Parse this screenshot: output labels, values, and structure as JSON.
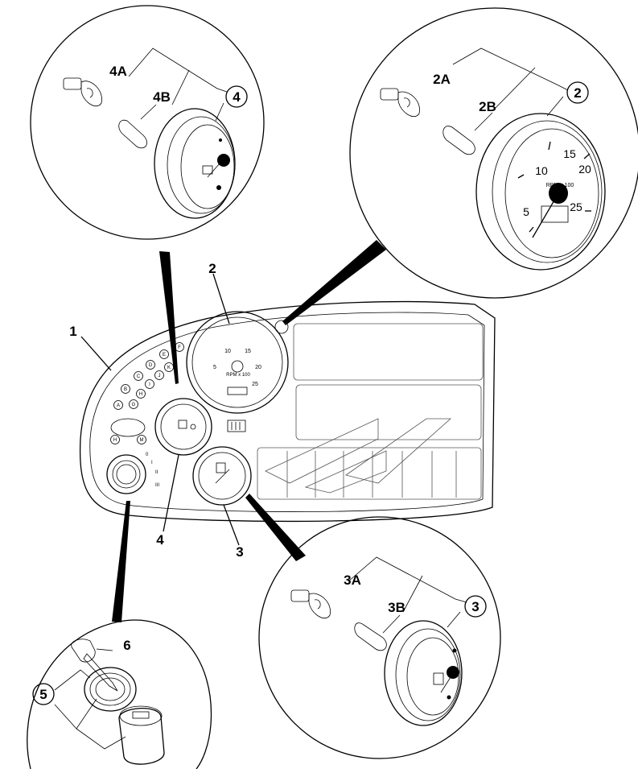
{
  "callouts": {
    "c1": "1",
    "c2": "2",
    "c3": "3",
    "c4": "4",
    "c5": "5",
    "c6": "6",
    "c2A": "2A",
    "c2B": "2B",
    "c3A": "3A",
    "c3B": "3B",
    "c4A": "4A",
    "c4B": "4B"
  },
  "tachometer": {
    "unit_label": "RPM x 100",
    "scale_labels": [
      "5",
      "10",
      "15",
      "20",
      "25"
    ]
  },
  "dash_tachometer": {
    "unit_label": "RPM x 100",
    "scale_labels": [
      "5",
      "10",
      "15",
      "20",
      "25"
    ]
  },
  "indicator_lamps": [
    "A",
    "B",
    "C",
    "D",
    "E",
    "F",
    "G",
    "H",
    "I",
    "J",
    "K"
  ],
  "mode_lamps": [
    "H",
    "M"
  ],
  "ignition_positions": [
    "0",
    "I",
    "II",
    "III"
  ]
}
